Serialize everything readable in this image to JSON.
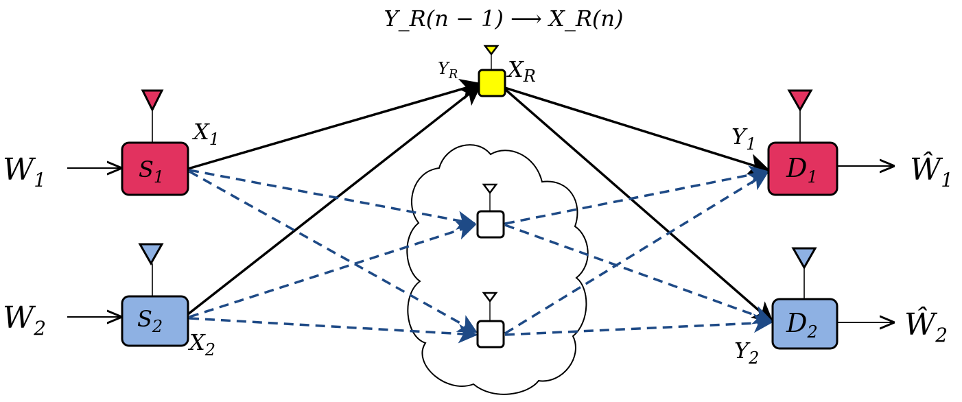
{
  "colors": {
    "user1": "#e2325f",
    "user2": "#8eb1e3",
    "relay": "#ffff00",
    "relay_antenna": "#ffff00",
    "dashed_link": "#1e4a86",
    "solid_link": "#000000",
    "cloud_relay_fill": "#ffffff"
  },
  "top_caption": "Y_R(n − 1) ⟶ X_R(n)",
  "inputs": {
    "w1": {
      "base": "W",
      "sub": "1"
    },
    "w2": {
      "base": "W",
      "sub": "2"
    }
  },
  "outputs": {
    "w1hat": {
      "base": "Ŵ",
      "sub": "1"
    },
    "w2hat": {
      "base": "Ŵ",
      "sub": "2"
    }
  },
  "sources": {
    "s1": {
      "base": "S",
      "sub": "1",
      "signal": {
        "base": "X",
        "sub": "1"
      }
    },
    "s2": {
      "base": "S",
      "sub": "2",
      "signal": {
        "base": "X",
        "sub": "2"
      }
    }
  },
  "destinations": {
    "d1": {
      "base": "D",
      "sub": "1",
      "signal": {
        "base": "Y",
        "sub": "1"
      }
    },
    "d2": {
      "base": "D",
      "sub": "2",
      "signal": {
        "base": "Y",
        "sub": "2"
      }
    }
  },
  "relay": {
    "in_label": {
      "base": "Y",
      "sub": "R"
    },
    "out_label": {
      "base": "X",
      "sub": "R"
    }
  },
  "icons": [
    "antenna-triangle-icon",
    "cloud-shape"
  ]
}
